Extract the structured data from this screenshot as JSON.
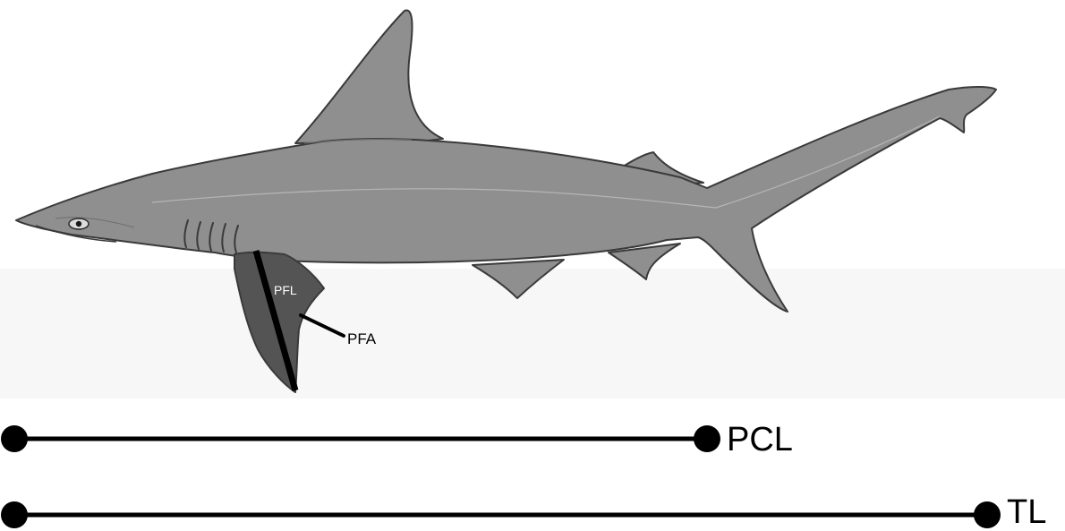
{
  "figure": {
    "labels": {
      "pectoral_fin_length": "PFL",
      "pectoral_fin_angle": "PFA",
      "precaudal_length": "PCL",
      "total_length": "TL"
    },
    "colors": {
      "body": "#8f8f8f",
      "pectoral_fin": "#545454",
      "outline": "#3a3a3a",
      "measure_line": "#000000",
      "background": "#ffffff"
    }
  }
}
